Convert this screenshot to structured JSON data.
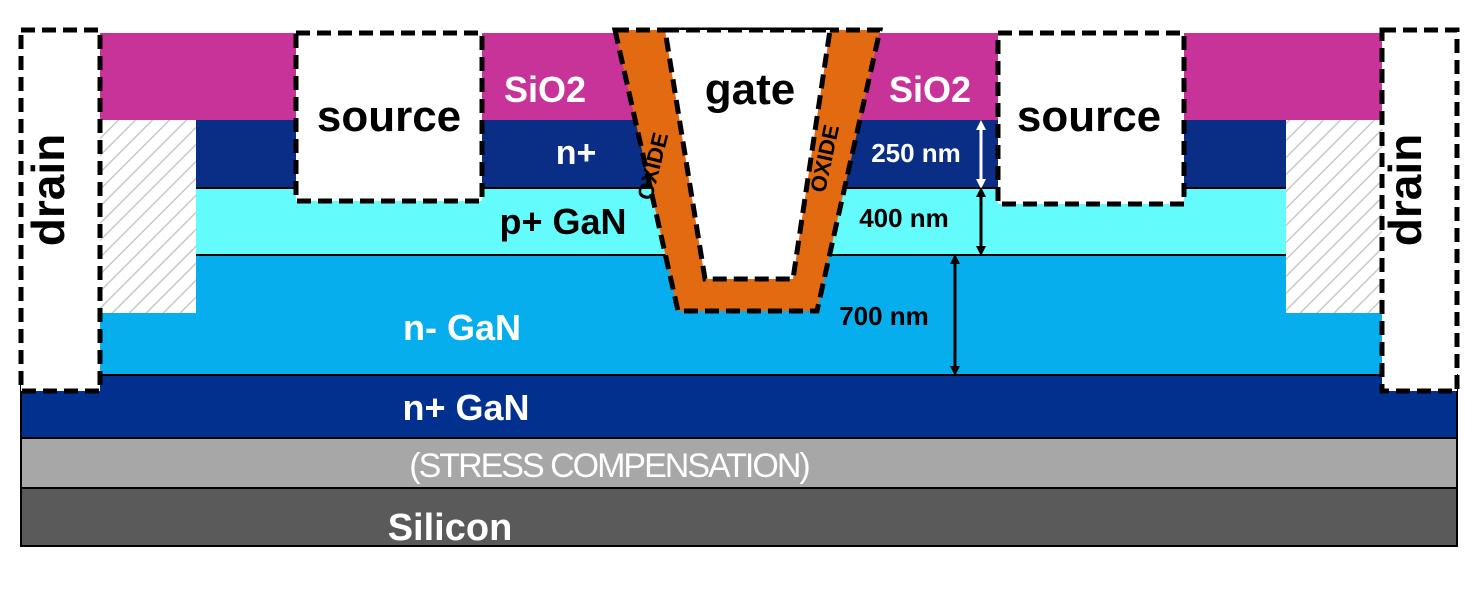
{
  "labels": {
    "drain": "drain",
    "source": "source",
    "sio2": "SiO2",
    "gate": "gate",
    "oxide": "OXIDE",
    "n_plus": "n+",
    "p_plus_gan": "p+ GaN",
    "n_minus_gan": "n- GaN",
    "n_plus_gan": "n+ GaN",
    "stress": "(STRESS COMPENSATION)",
    "silicon": "Silicon"
  },
  "dimensions": {
    "n_plus": "250 nm",
    "p_plus_gan": "400 nm",
    "n_minus_gan": "700 nm"
  },
  "colors": {
    "sio2": "#c8339a",
    "n_plus": "#0a2d86",
    "p_plus_gan": "#63fbfb",
    "n_minus_gan": "#06aeee",
    "n_plus_gan": "#02308e",
    "stress": "#a7a7a7",
    "silicon": "#5a5a5a",
    "oxide": "#e26a10"
  }
}
